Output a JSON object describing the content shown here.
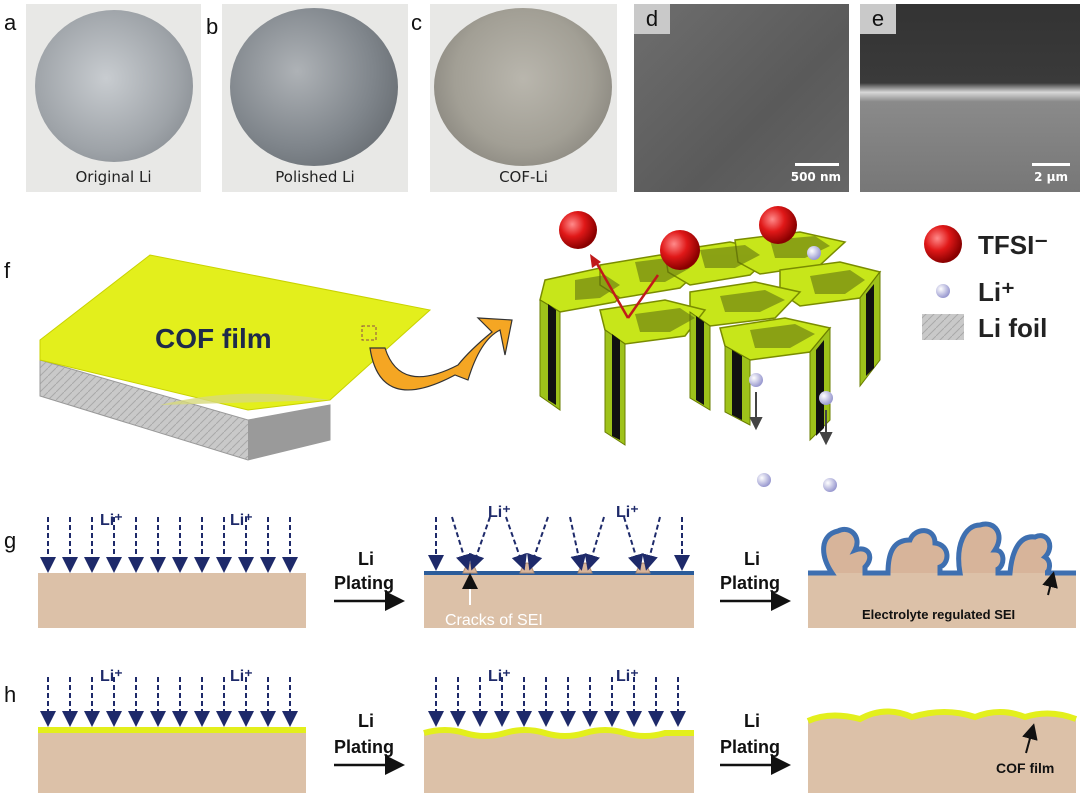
{
  "panels": {
    "a": {
      "label": "a",
      "caption": "Original Li"
    },
    "b": {
      "label": "b",
      "caption": "Polished Li"
    },
    "c": {
      "label": "c",
      "caption": "COF-Li"
    },
    "d": {
      "label": "d",
      "scale": "500 nm"
    },
    "e": {
      "label": "e",
      "scale": "2 μm"
    },
    "f": {
      "label": "f",
      "film_label": "COF film"
    },
    "g": {
      "label": "g",
      "ion": "Li⁺",
      "step_label_1": "Li",
      "step_label_2": "Plating",
      "annotation_cracks": "Cracks of SEI",
      "annotation_sei": "Electrolyte regulated SEI"
    },
    "h": {
      "label": "h",
      "ion": "Li⁺",
      "step_label_1": "Li",
      "step_label_2": "Plating",
      "annotation_cof": "COF film"
    }
  },
  "legend": {
    "tfsi": "TFSI⁻",
    "li_ion": "Li⁺",
    "li_foil": "Li foil"
  },
  "colors": {
    "cof_yellow": "#e3ef1c",
    "lithium_tan": "#dcc1a8",
    "sei_blue": "#2b5c9a",
    "anion_red": "#e01818",
    "arrow_navy": "#1e2a6a",
    "arrow_orange": "#f5a623"
  }
}
